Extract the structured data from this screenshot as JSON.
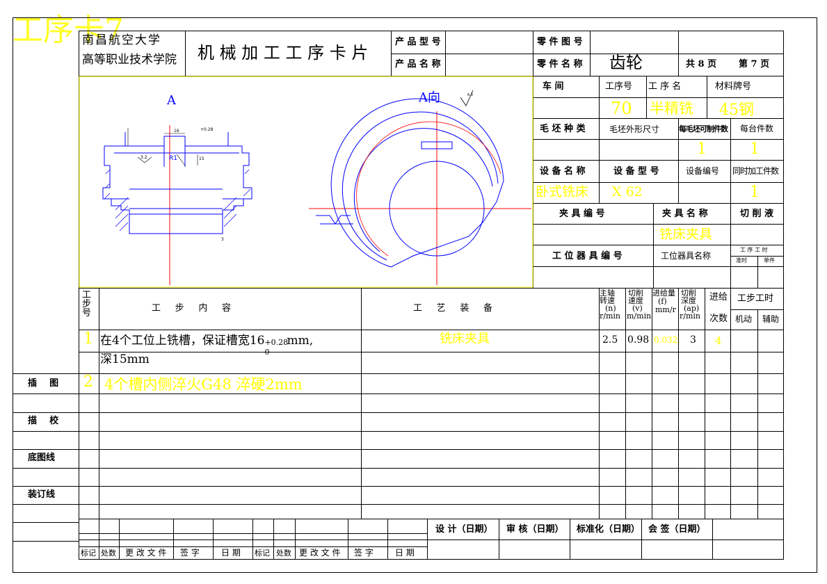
{
  "watermark": "工序卡7",
  "header": {
    "school_line1": "南昌航空大学",
    "school_line2": "高等职业技术学院",
    "card_title": "机 械 加 工 工 序 卡 片",
    "product_model_label": "产 品 型 号",
    "product_name_label": "产 品 名 称",
    "part_drawing_label": "零 件 图 号",
    "part_name_label": "零 件 名 称",
    "part_name_value": "齿轮",
    "total_pages": "共  8  页",
    "page_no": "第  7  页"
  },
  "drawing": {
    "section_label": "A",
    "view_label": "A向",
    "dim_width": "16",
    "dim_tol": "+0.28",
    "dim_depth": "15",
    "dim_r": "R1",
    "dim_ra": "3.2",
    "dim_ra2": "6.3",
    "dim_ra3": "3"
  },
  "info": {
    "workshop_label": "车   间",
    "op_no_label": "工序号",
    "op_name_label": "工 序 名",
    "material_label": "材料牌号",
    "op_no": "70",
    "op_name": "半精铣",
    "material": "45钢",
    "blank_type_label": "毛 坯 种 类",
    "blank_size_label": "毛坯外形尺寸",
    "blank_parts_label": "每毛坯可制件数",
    "parts_per_unit_label": "每台件数",
    "blank_parts": "1",
    "parts_per_unit": "1",
    "equip_name_label": "设 备 名 称",
    "equip_model_label": "设 备 型 号",
    "equip_no_label": "设备编号",
    "simul_parts_label": "同时加工件数",
    "equip_name": "卧式铣床",
    "equip_model": "X 62",
    "simul_parts": "1",
    "fixture_no_label": "夹 具 编 号",
    "fixture_name_label": "夹 具 名 称",
    "coolant_label": "切 削 液",
    "fixture_name": "铣床夹具",
    "station_no_label": "工 位 器 具 编 号",
    "station_name_label": "工位器具名称",
    "op_time_label": "工 序 工 时",
    "prep_time_label": "准时",
    "unit_time_label": "单件"
  },
  "steps_header": {
    "step_no": "工步号",
    "content": "工     步     内     容",
    "equipment": "工     艺     装     备",
    "spindle": "主轴转速",
    "spindle_sym": "(n)",
    "spindle_unit": "r/min",
    "cut_speed": "切削速度",
    "cut_speed_sym": "(v)",
    "cut_speed_unit": "m/min",
    "feed": "进给量",
    "feed_sym": "(f)",
    "feed_unit": "mm/r",
    "cut_depth": "切削深度",
    "cut_depth_sym": "(ap)",
    "cut_depth_unit": "r/min",
    "passes": "进给",
    "passes2": "次数",
    "step_time": "工步工时",
    "machine_time": "机动",
    "aux_time": "辅助"
  },
  "steps": [
    {
      "no": "1",
      "content_a": "在4个工位上铣槽，保证槽宽16",
      "content_sup": "+0.28",
      "content_sub": "0",
      "content_b": "mm,",
      "content_line2": "深15mm",
      "equipment": "铣床夹具",
      "spindle": "2.5",
      "speed": "0.98",
      "feed": "0.032",
      "depth": "3",
      "passes": "4"
    },
    {
      "no": "2",
      "content_a": "4个槽内侧淬火G48 淬硬2mm"
    }
  ],
  "side_labels": {
    "drawing": "插    图",
    "check": "描    校",
    "base_no": "底图线",
    "binding": "装订线"
  },
  "footer": {
    "design": "设 计（日期）",
    "review": "审  核（日期）",
    "standard": "标准化（日期）",
    "sign": "会  签（日期）",
    "mark": "标记",
    "count": "处数",
    "change_doc": "更 改 文 件",
    "signature": "签  字",
    "date": "日  期"
  }
}
